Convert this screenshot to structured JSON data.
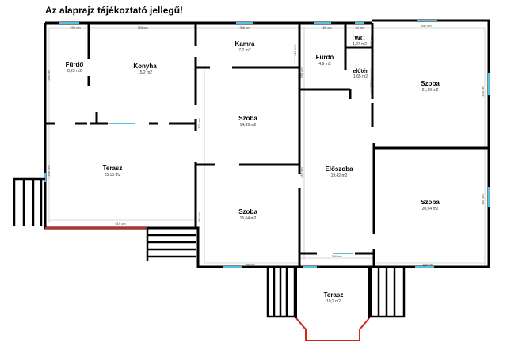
{
  "title": "Az alaprajz tájékoztató jellegű!",
  "colors": {
    "wall": "#000000",
    "window": "#4fc3e0",
    "railing": "#d9241b",
    "guide": "#b5b5b5"
  },
  "rooms": [
    {
      "name": "Fürdő",
      "area": "8,23 m2"
    },
    {
      "name": "Konyha",
      "area": "15,2 m2"
    },
    {
      "name": "Kamra",
      "area": "7,2 m2"
    },
    {
      "name": "Fürdő",
      "area": "4,9 m2"
    },
    {
      "name": "WC",
      "area": "1,27 m2"
    },
    {
      "name": "előtér",
      "area": "1,65 m2"
    },
    {
      "name": "Szoba",
      "area": "21,96 m2"
    },
    {
      "name": "Szoba",
      "area": "14,89 m2"
    },
    {
      "name": "Terasz",
      "area": "25,13 m2"
    },
    {
      "name": "Előszoba",
      "area": "19,42 m2"
    },
    {
      "name": "Szoba",
      "area": "20,64 m2"
    },
    {
      "name": "Szoba",
      "area": "15,64 m2"
    },
    {
      "name": "Terasz",
      "area": "10,2 m2"
    }
  ],
  "dimensions": [
    "290 cm",
    "365 cm",
    "396 cm",
    "180 cm",
    "94 cm",
    "440 cm",
    "304 cm",
    "456 cm",
    "170 cm",
    "295 cm",
    "210 cm",
    "290 cm",
    "456 cm",
    "170 cm",
    "449 cm",
    "460 cm",
    "619 cm",
    "396 cm",
    "200 cm",
    "440 cm",
    "120 cm"
  ]
}
